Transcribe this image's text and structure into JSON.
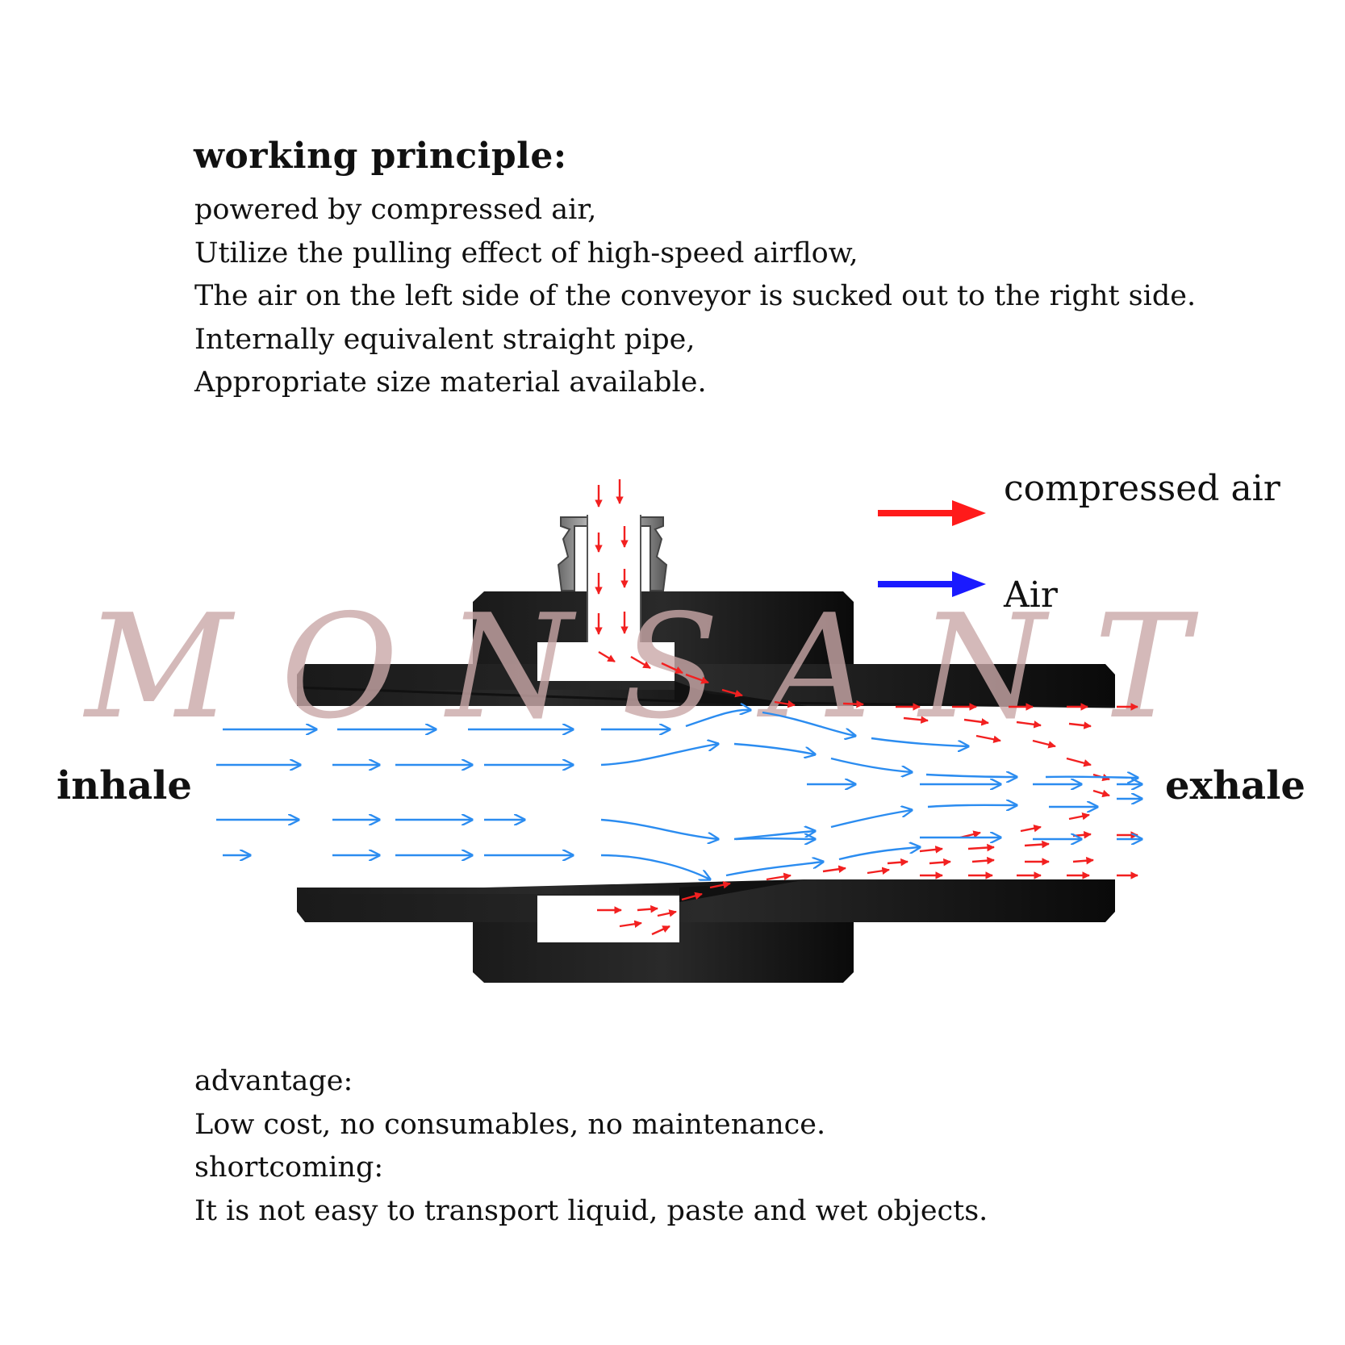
{
  "principle": {
    "heading": "working principle:",
    "lines": [
      "powered by compressed air,",
      "Utilize the pulling effect of high-speed airflow,",
      "The air on the left side of the conveyor is sucked out to the right side.",
      "Internally equivalent straight pipe,",
      "Appropriate size material available."
    ]
  },
  "diagram": {
    "inlet_label": "inhale",
    "outlet_label": "exhale",
    "legend": [
      {
        "label": "compressed air",
        "color": "#ff1a1a"
      },
      {
        "label": "Air",
        "color": "#1a1aff"
      }
    ],
    "flow_colors": {
      "air": "#2b8cf0",
      "compressed": "#f22020"
    },
    "body_color": "#111111",
    "watermark": "MONSANT",
    "watermark_color": "#c9a7a7"
  },
  "notes": {
    "lines": [
      "advantage:",
      "Low cost, no consumables, no maintenance.",
      "shortcoming:",
      "It is not easy to transport liquid, paste and wet objects."
    ]
  }
}
